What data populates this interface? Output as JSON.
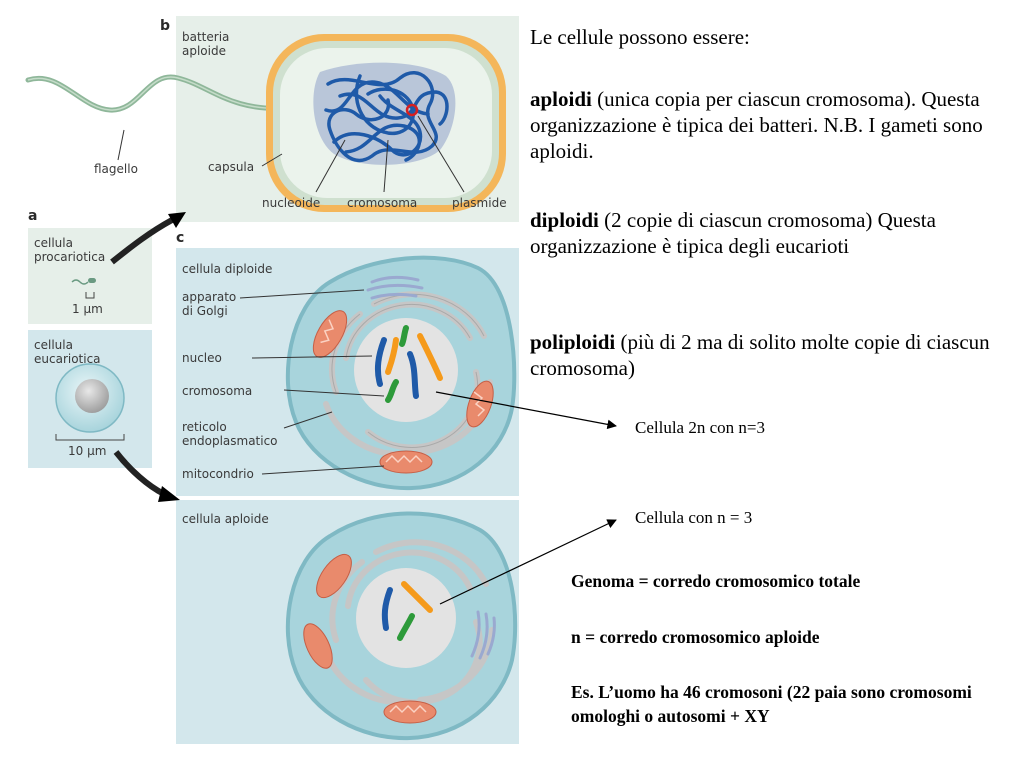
{
  "panel_letters": {
    "a": "a",
    "b": "b",
    "c": "c"
  },
  "panel_a": {
    "prokaryote_title": "cellula\nprocariotica",
    "prokaryote_scale": "1 µm",
    "eukaryote_title": "cellula\neucariotica",
    "eukaryote_scale": "10 µm"
  },
  "panel_b": {
    "title": "batteria\naploide",
    "flagellum": "flagello",
    "capsule": "capsula",
    "nucleoid": "nucleoide",
    "chromosome": "cromosoma",
    "plasmid": "plasmide"
  },
  "panel_c": {
    "diploid_title": "cellula diploide",
    "golgi": "apparato\ndi Golgi",
    "nucleus": "nucleo",
    "chromosome": "cromosoma",
    "er": "reticolo\nendoplasmatico",
    "mitochondrion": "mitocondrio",
    "haploid_title": "cellula aploide"
  },
  "text": {
    "intro": "Le cellule possono essere:",
    "haploid_term": "aploidi",
    "haploid_desc": " (unica copia per ciascun cromosoma). Questa organizzazione è tipica dei batteri. N.B. I gameti sono aploidi.",
    "diploid_term": "diploidi",
    "diploid_desc": " (2 copie di ciascun cromosoma) Questa organizzazione è tipica degli eucarioti",
    "polyploid_term": "poliploidi",
    "polyploid_desc": " (più di 2 ma di solito molte copie di ciascun cromosoma)",
    "annot_diploid": "Cellula 2n con n=3",
    "annot_haploid": "Cellula con n = 3",
    "genome": "Genoma = corredo cromosomico totale",
    "haploid_set": "n = corredo cromosomico aploide",
    "example": "Es. L’uomo ha 46 cromosoni (22 paia  sono cromosomi omologhi o autosomi + XY"
  },
  "colors": {
    "panel_green": "#e6efe9",
    "panel_blue": "#d3e7ec",
    "cell_blue": "#9ecdd6",
    "chromosome_blue": "#1f5aa8",
    "orange": "#f59a1b",
    "green": "#2d9a3a",
    "mito": "#e98a6c",
    "capsule": "#f4b65a"
  }
}
